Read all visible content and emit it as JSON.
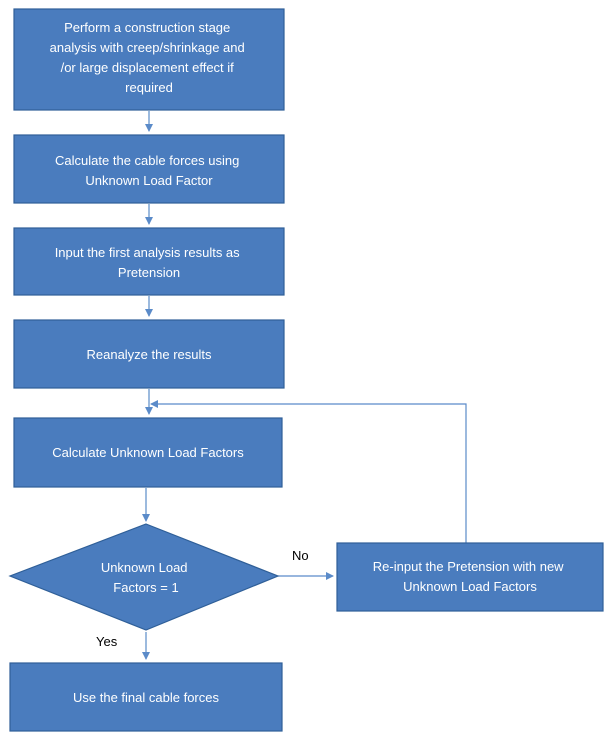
{
  "colors": {
    "box_fill": "#4a7cbe",
    "box_stroke": "#2f5f98",
    "arrow": "#5b8bc9",
    "text": "#ffffff",
    "label": "#000000"
  },
  "nodes": {
    "step1": [
      "Perform a construction stage",
      "analysis with creep/shrinkage and",
      "/or large displacement effect if",
      "required"
    ],
    "step2": [
      "Calculate the cable forces using",
      "Unknown Load Factor"
    ],
    "step3": [
      "Input the first analysis results as",
      "Pretension"
    ],
    "step4": [
      "Reanalyze the results"
    ],
    "step5": [
      "Calculate Unknown Load Factors"
    ],
    "decision": [
      "Unknown Load",
      "Factors = 1"
    ],
    "reinput": [
      "Re-input the Pretension with new",
      "Unknown Load Factors"
    ],
    "final": [
      "Use the final cable forces"
    ]
  },
  "edges": {
    "no_label": "No",
    "yes_label": "Yes"
  }
}
